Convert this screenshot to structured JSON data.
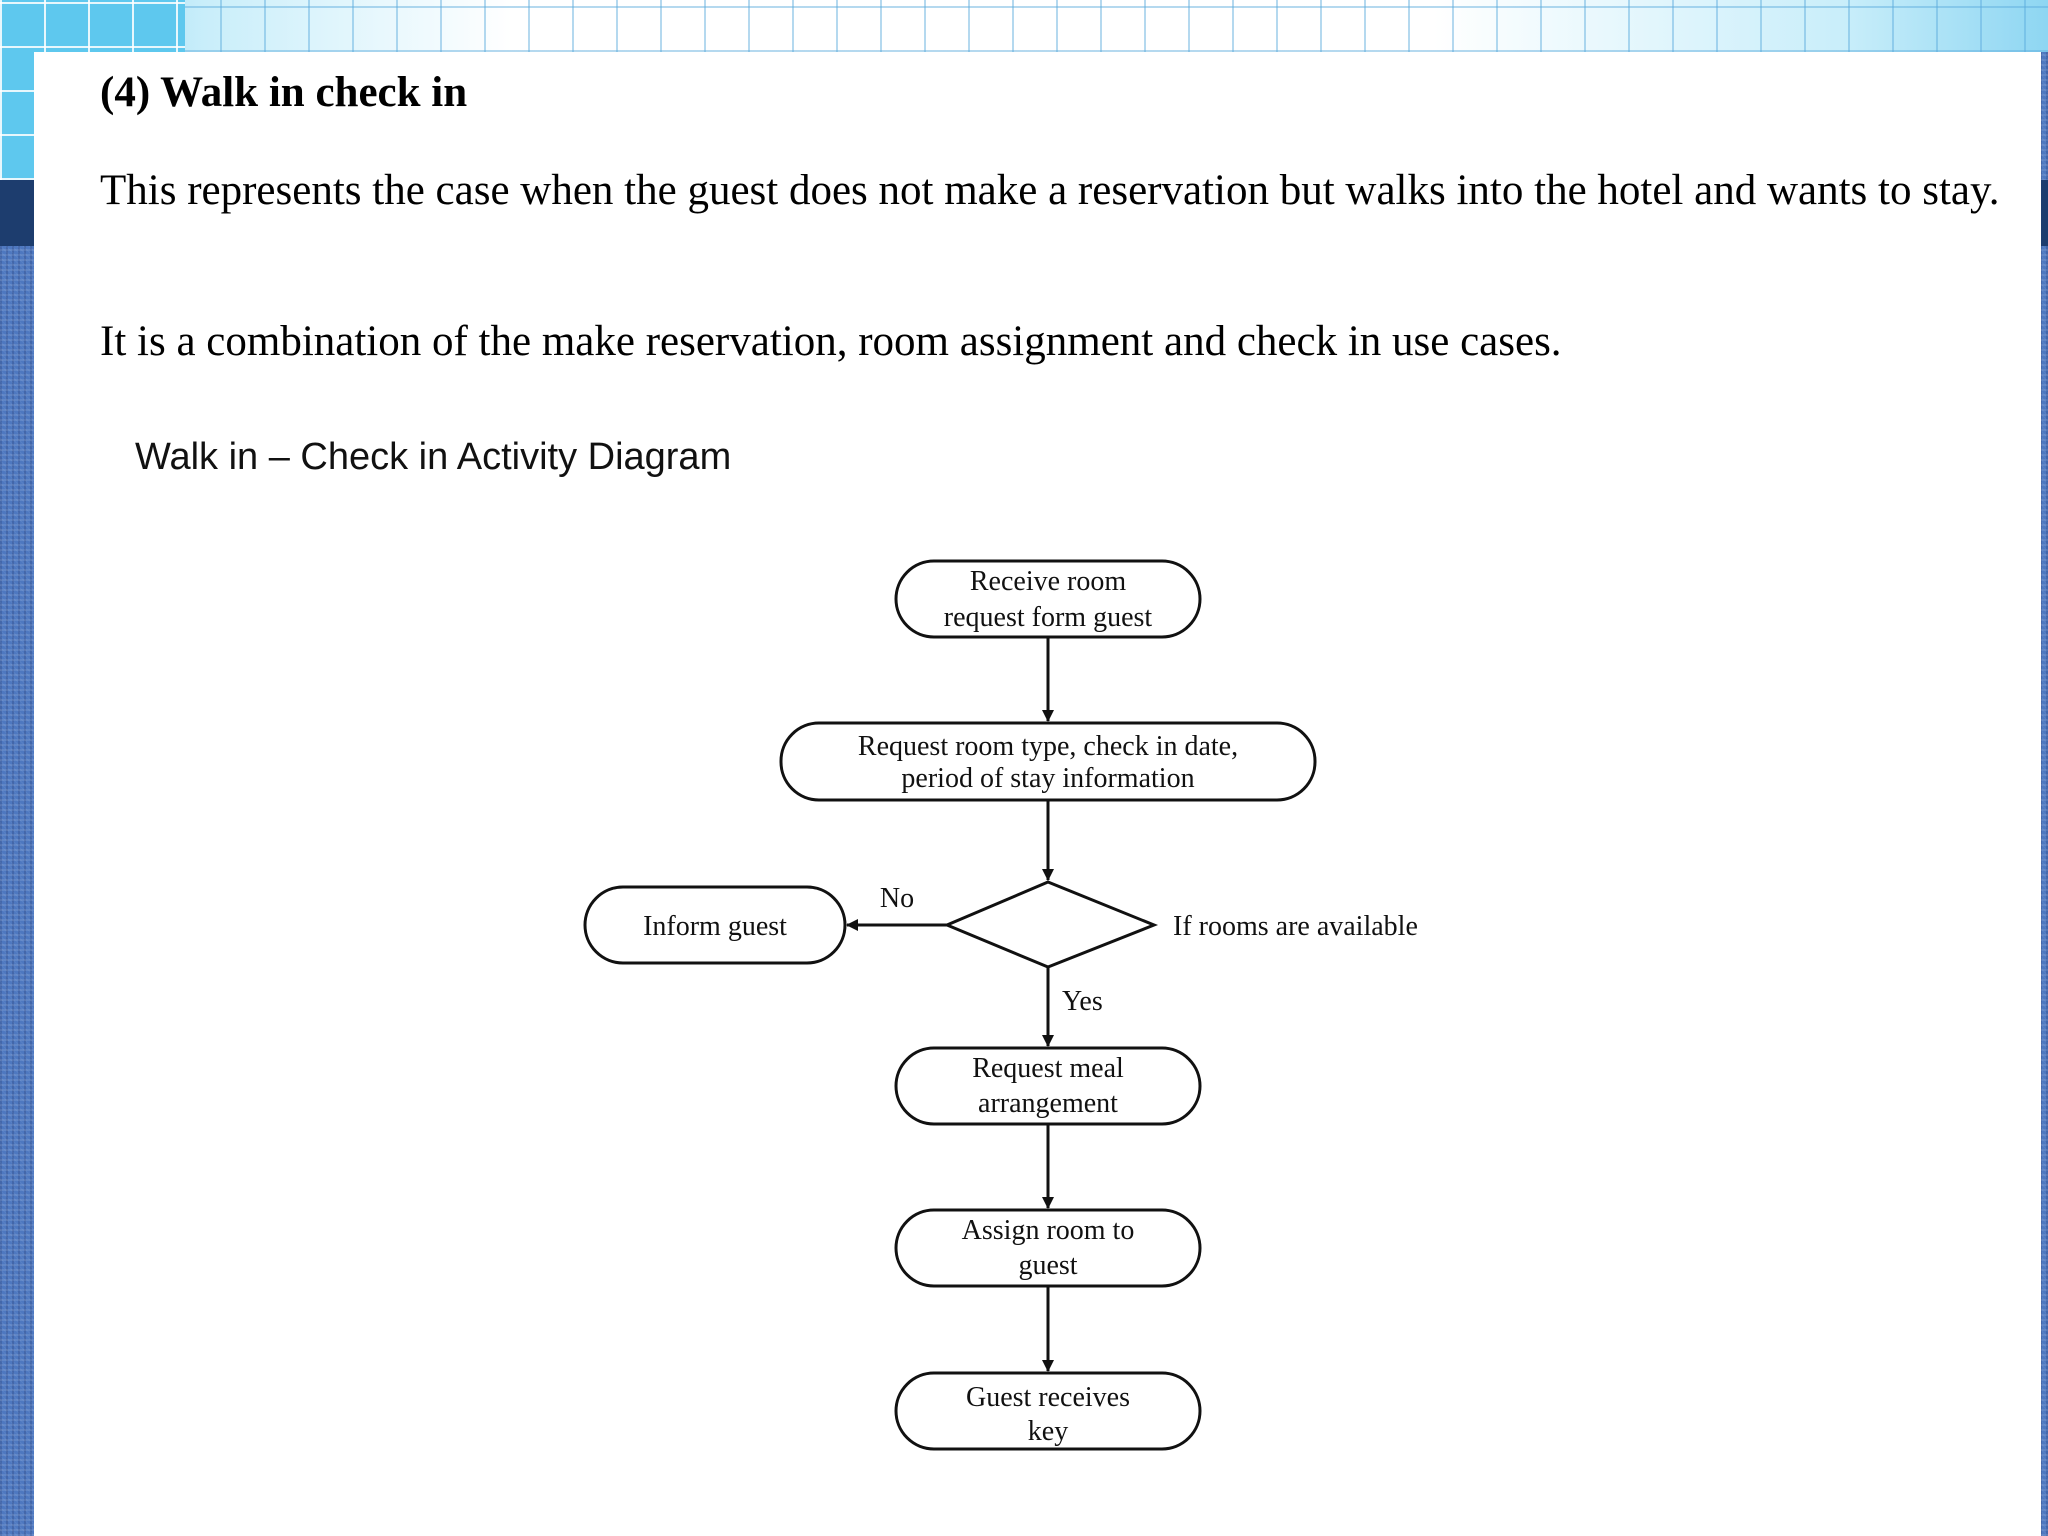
{
  "slide": {
    "heading": "(4) Walk in check in",
    "paragraph_1": "This represents the case when the guest does not make a reservation but walks into the hotel and wants to stay.",
    "paragraph_2": "It is a combination of the make reservation, room assignment and check in use cases.",
    "diagram_caption": "Walk in – Check in Activity Diagram"
  },
  "diagram": {
    "nodes": {
      "receive_request": [
        "Receive room",
        "request form guest"
      ],
      "request_info": [
        "Request room type, check in date,",
        "period of stay information"
      ],
      "inform_guest": [
        "Inform guest"
      ],
      "meal_arrangement": [
        "Request meal",
        "arrangement"
      ],
      "assign_room": [
        "Assign room to",
        "guest"
      ],
      "receives_key": [
        "Guest receives",
        "key"
      ]
    },
    "decision_label": "If rooms are available",
    "edge_no": "No",
    "edge_yes": "Yes"
  },
  "colors": {
    "background_blue": "#4e78c0",
    "accent_cyan": "#5ec8ee",
    "dark_bar": "#1d3d6e"
  }
}
